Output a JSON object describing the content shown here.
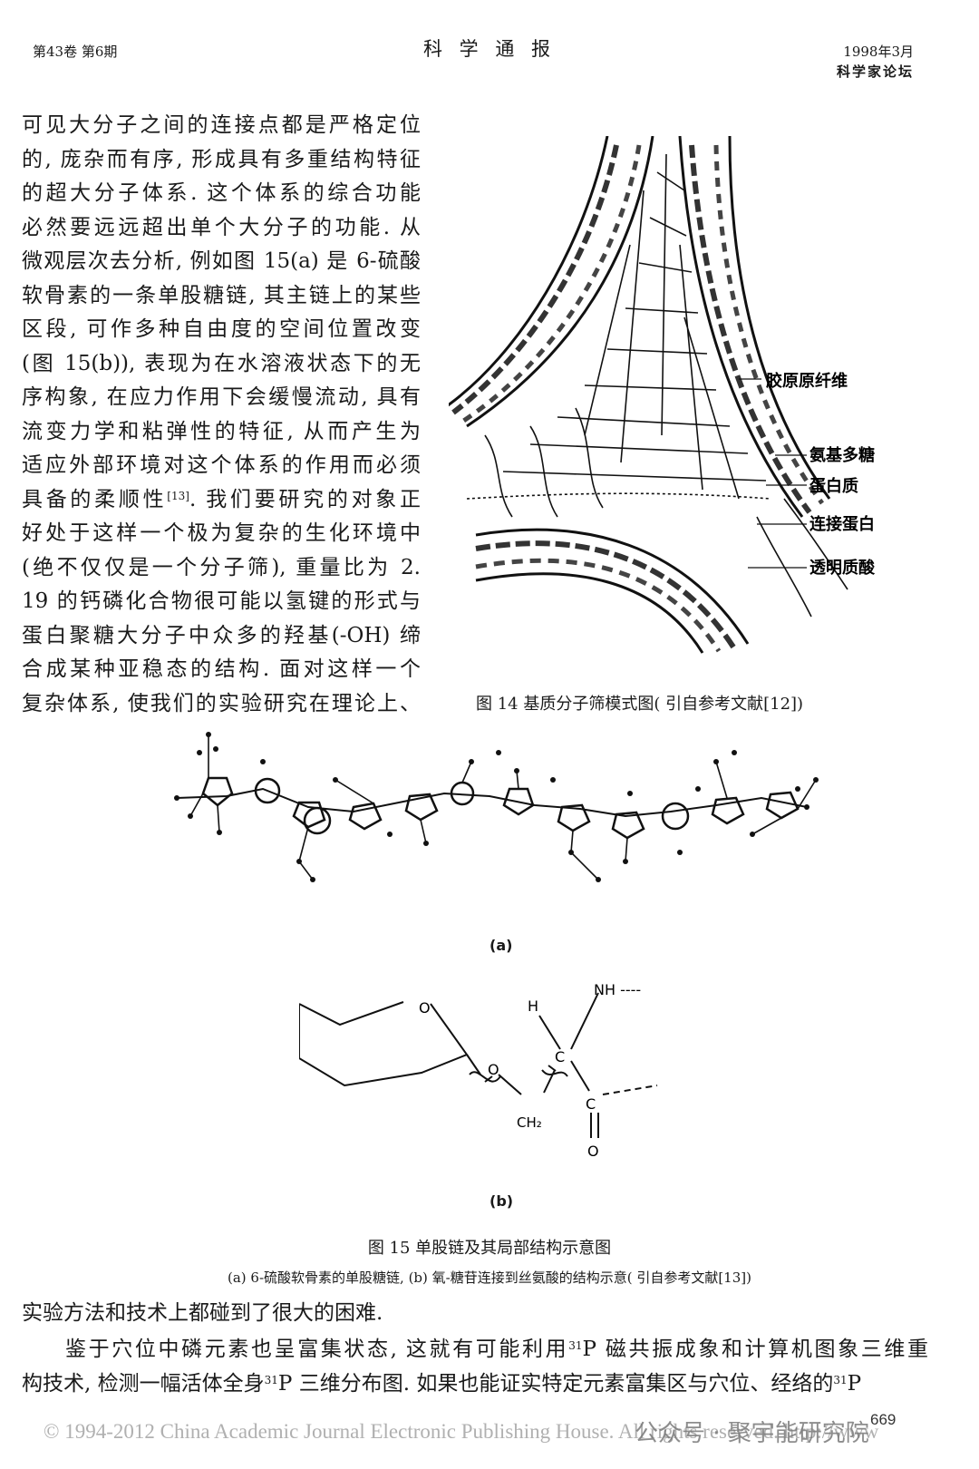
{
  "header": {
    "volume": "第43卷  第6期",
    "journal": "科 学 通 报",
    "date": "1998年3月",
    "section": "科学家论坛"
  },
  "left_column_lines": [
    "可见大分子之间的连接点都是严格定位",
    "的, 庞杂而有序, 形成具有多重结构特征",
    "的超大分子体系. 这个体系的综合功能",
    "必然要远远超出单个大分子的功能. 从",
    "微观层次去分析, 例如图 15(a) 是 6-硫酸",
    "软骨素的一条单股糖链, 其主链上的某些",
    "区段, 可作多种自由度的空间位置改变",
    "(图 15(b)), 表现为在水溶液状态下的无",
    "序构象, 在应力作用下会缓慢流动, 具有",
    "流变力学和粘弹性的特征, 从而产生为",
    "适应外部环境对这个体系的作用而必须",
    "具备的柔顺性",
    "好处于这样一个极为复杂的生化环境中",
    "(绝不仅仅是一个分子筛), 重量比为 2.",
    "19 的钙磷化合物很可能以氢键的形式与",
    "蛋白聚糖大分子中众多的羟基(-OH) 缔",
    "合成某种亚稳态的结构. 面对这样一个",
    "复杂体系, 使我们的实验研究在理论上、"
  ],
  "line12_ref": "[13]",
  "line12_tail": ". 我们要研究的对象正",
  "figure14": {
    "labels": [
      "胶原原纤维",
      "氨基多糖",
      "蛋白质",
      "连接蛋白",
      "透明质酸"
    ],
    "caption": "图 14   基质分子筛模式图( 引自参考文献[12])"
  },
  "figure15": {
    "label_a": "(a)",
    "label_b": "(b)",
    "atoms": {
      "nh": "NH ----",
      "h": "H",
      "c1": "C",
      "c2": "C",
      "o_ring": "O",
      "o_link": "O",
      "ch2": "CH₂",
      "o_carbonyl": "O"
    },
    "caption": "图 15    单股链及其局部结构示意图",
    "subcaption": "(a) 6-硫酸软骨素的单股糖链, (b) 氧-糖苷连接到丝氨酸的结构示意( 引自参考文献[13])"
  },
  "body": {
    "p1": "实验方法和技术上都碰到了很大的困难.",
    "p2_a": "鉴于穴位中磷元素也呈富集状态, 这就有可能利用",
    "p2_sup": "31",
    "p2_b": "P 磁共振成象和计算机图象三维重",
    "p3_a": "构技术, 检测一幅活体全身",
    "p3_sup1": "31",
    "p3_b": "P 三维分布图. 如果也能证实特定元素富集区与穴位、经络的",
    "p3_sup2": "31",
    "p3_c": "P"
  },
  "footer": {
    "copyright": "© 1994-2012 China Academic Journal Electronic Publishing House. All rights reserved. http://www",
    "watermark": "公众号 · 聚宇能研究院",
    "page": "669"
  }
}
